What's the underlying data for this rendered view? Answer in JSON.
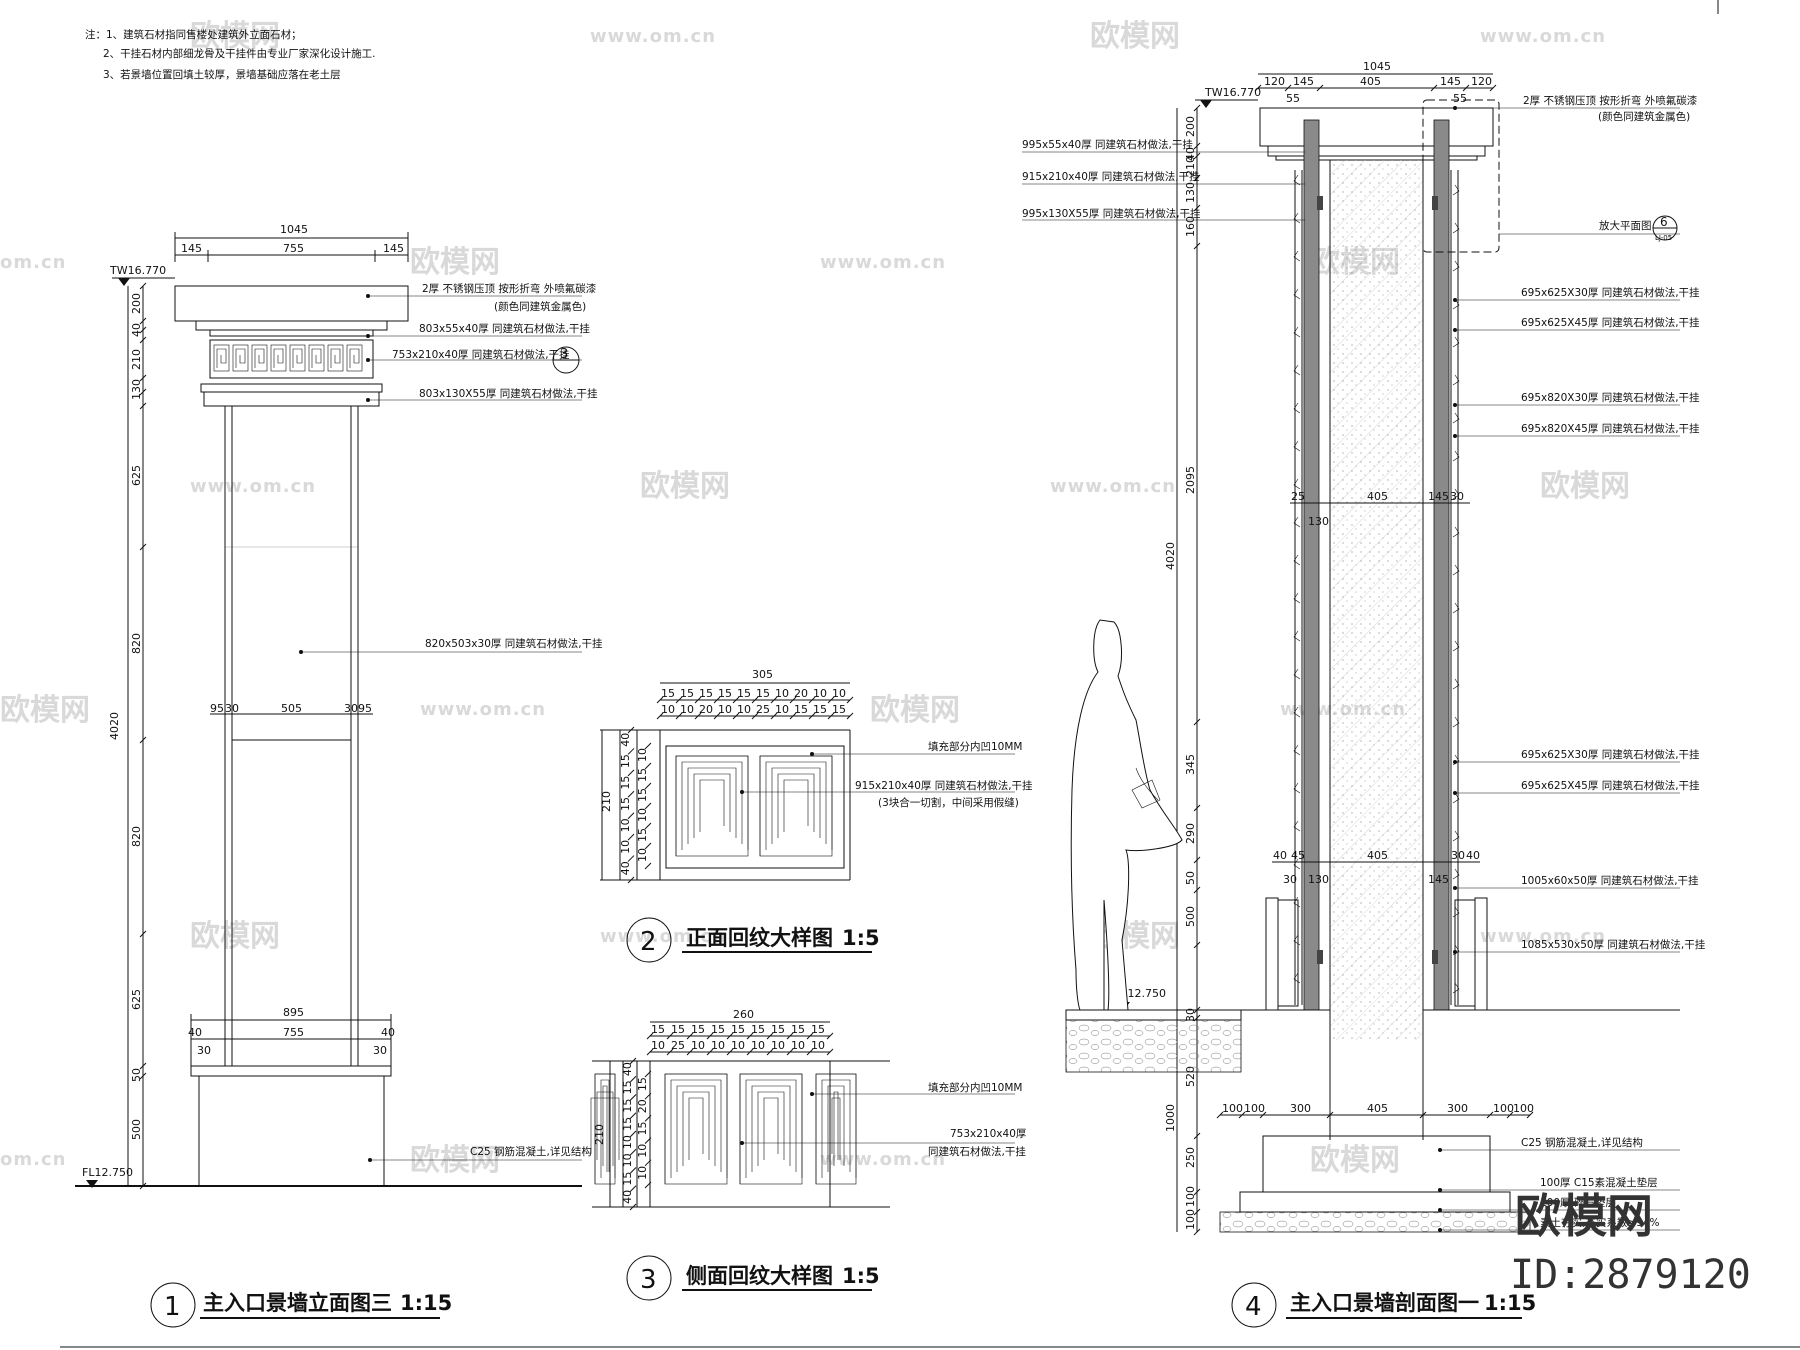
{
  "notes": [
    "注：1、建筑石材指同售楼处建筑外立面石材；",
    "2、干挂石材内部细龙骨及干挂件由专业厂家深化设计施工.",
    "3、若景墙位置回填土较厚，景墙基础应落在老土层"
  ],
  "watermark": {
    "brand": "欧模网",
    "url": "www.om.cn",
    "url_short": "om.cn"
  },
  "logo": {
    "brand": "欧模网",
    "id": "ID:2879120"
  },
  "titles": {
    "t1": {
      "num": "1",
      "text": "主入口景墙立面图三",
      "scale": "1:15"
    },
    "t2": {
      "num": "2",
      "text": "正面回纹大样图",
      "scale": "1:5"
    },
    "t3": {
      "num": "3",
      "text": "侧面回纹大样图",
      "scale": "1:5"
    },
    "t4": {
      "num": "4",
      "text": "主入口景墙剖面图一",
      "scale": "1:15"
    }
  },
  "elev": {
    "top_dim": "1045",
    "top_sub": [
      "145",
      "755",
      "145"
    ],
    "tw": "TW16.770",
    "fl": "FL12.750",
    "vdims": [
      "200",
      "40",
      "210",
      "130",
      "625",
      "820",
      "820",
      "625",
      "50",
      "500"
    ],
    "total": "4020",
    "mid": [
      "95",
      "30",
      "505",
      "30",
      "95"
    ],
    "base": "895",
    "base_sub": [
      "40",
      "755",
      "40"
    ],
    "base_sub2": [
      "30",
      "30"
    ],
    "labels": [
      "2厚 不锈钢压顶 按形折弯 外喷氟碳漆",
      "(颜色同建筑金属色)",
      "803x55x40厚 同建筑石材做法,干挂",
      "753x210x40厚 同建筑石材做法,干挂",
      "803x130X55厚 同建筑石材做法,干挂",
      "820x503x30厚 同建筑石材做法,干挂",
      "C25 钢筋混凝土,详见结构"
    ],
    "ref": "3"
  },
  "det2": {
    "width": "305",
    "top1": [
      "15",
      "15",
      "15",
      "15",
      "15",
      "15",
      "10",
      "20",
      "10",
      "10"
    ],
    "top2": [
      "10",
      "10",
      "20",
      "10",
      "10",
      "25",
      "10",
      "15",
      "15",
      "15"
    ],
    "left": "210",
    "left1": [
      "40",
      "15",
      "15",
      "15",
      "10",
      "10",
      "40"
    ],
    "left2": [
      "10",
      "15",
      "15",
      "10",
      "15",
      "10"
    ],
    "labels": [
      "填充部分内凹10MM",
      "915x210x40厚 同建筑石材做法,干挂",
      "(3块合一切割，中间采用假缝)"
    ]
  },
  "det3": {
    "width": "260",
    "top1": [
      "15",
      "15",
      "15",
      "15",
      "15",
      "15",
      "15",
      "15",
      "15"
    ],
    "top2": [
      "10",
      "25",
      "10",
      "10",
      "10",
      "10",
      "10",
      "10",
      "10"
    ],
    "left": "210",
    "left1": [
      "40",
      "15",
      "15",
      "15",
      "10",
      "10",
      "15",
      "40"
    ],
    "left2": [
      "15",
      "20",
      "15",
      "10",
      "10"
    ],
    "labels": [
      "填充部分内凹10MM",
      "753x210x40厚",
      "同建筑石材做法,干挂"
    ]
  },
  "sect": {
    "top_dim": "1045",
    "top_sub": [
      "120",
      "145",
      "405",
      "145",
      "120"
    ],
    "cap_small": [
      "55",
      "55"
    ],
    "tw": "TW16.770",
    "fl": "FL12.750",
    "vdims": [
      "200",
      "40",
      "210",
      "130",
      "160",
      "2095",
      "345",
      "290",
      "50",
      "500",
      "30",
      "520"
    ],
    "total": "4020",
    "found": "1000",
    "found_sub": [
      "250",
      "100",
      "100"
    ],
    "left_labels": [
      "995x55x40厚 同建筑石材做法,干挂",
      "915x210x40厚 同建筑石材做法,干挂",
      "995x130X55厚 同建筑石材做法,干挂"
    ],
    "right_labels": [
      "2厚 不锈钢压顶 按形折弯 外喷氟碳漆",
      "(颜色同建筑金属色)",
      "695x625X30厚 同建筑石材做法,干挂",
      "695x625X45厚 同建筑石材做法,干挂",
      "695x820X30厚 同建筑石材做法,干挂",
      "695x820X45厚 同建筑石材做法,干挂",
      "695x625X30厚 同建筑石材做法,干挂",
      "695x625X45厚 同建筑石材做法,干挂",
      "1005x60x50厚 同建筑石材做法,干挂",
      "1085x530x50厚 同建筑石材做法,干挂",
      "C25 钢筋混凝土,详见结构",
      "100厚 C15素混凝土垫层",
      "100厚 碎石垫层",
      "素土夯实,夯实系数≥94%"
    ],
    "zoom_label": "放大平面图",
    "zoom_ref": "6",
    "zoom_sub": "LJ-05",
    "mid1": [
      "25",
      "405",
      "145",
      "30"
    ],
    "mid1b": "130",
    "mid2": [
      "40",
      "45",
      "30",
      "405",
      "30",
      "40",
      "145"
    ],
    "mid2b": "130",
    "foot": [
      "100",
      "100",
      "300",
      "405",
      "300",
      "100",
      "100"
    ]
  }
}
